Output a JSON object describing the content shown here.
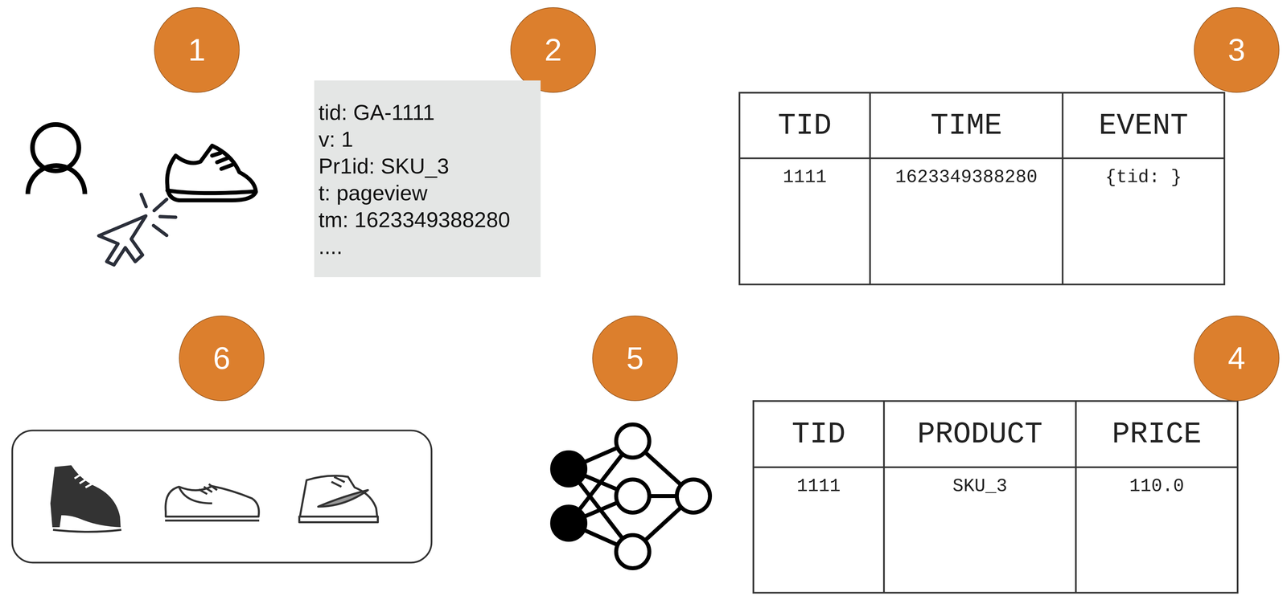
{
  "diagram": {
    "nodes": [
      {
        "text": [
          "1"
        ]
      },
      {
        "text": [
          "2"
        ]
      },
      {
        "text": [
          "tid: GA-1111",
          "v: 1",
          "Pr1id: SKU_3",
          "t: pageview",
          "tm: 1623349388280",
          "...."
        ]
      },
      {
        "text": [
          "3"
        ]
      },
      {
        "text": [
          "6"
        ]
      },
      {
        "text": [
          "5"
        ]
      },
      {
        "text": [
          "4"
        ]
      }
    ],
    "edges": [],
    "labels": [
      "TID",
      "TIME",
      "EVENT",
      "1111",
      "1623349388280",
      "{tid: }",
      "TID",
      "PRODUCT",
      "PRICE",
      "1111",
      "SKU_3",
      "110.0"
    ]
  }
}
